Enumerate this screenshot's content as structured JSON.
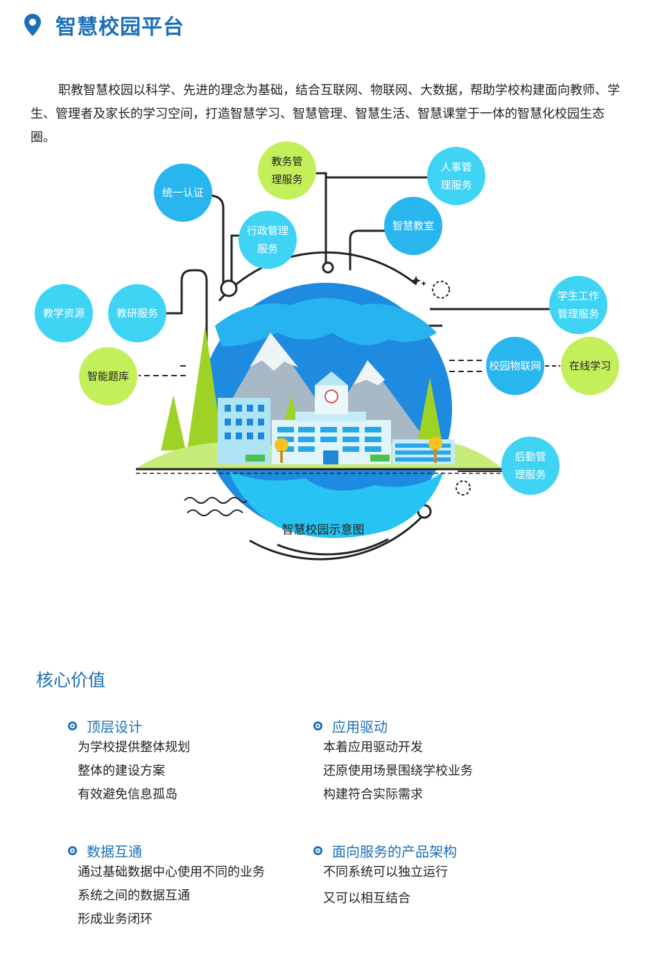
{
  "header": {
    "title": "智慧校园平台",
    "accent_color": "#1b6fb8",
    "icon": "map-pin-icon"
  },
  "intro": {
    "text": "职教智慧校园以科学、先进的理念为基础，结合互联网、物联网、大数据，帮助学校构建面向教师、学生、管理者及家长的学习空间，打造智慧学习、智慧管理、智慧生活、智慧课堂于一体的智慧化校园生态圈。"
  },
  "diagram": {
    "caption": "智慧校园示意图",
    "colors": {
      "blue": "#29b6ef",
      "cyan": "#3fd3f4",
      "green": "#c3f05a",
      "globe": "#1e8be0",
      "ocean": "#25c3f2"
    },
    "nodes": [
      {
        "id": "jiaoxue",
        "label": [
          "教学资源"
        ],
        "color": "cyan"
      },
      {
        "id": "jiaoyan",
        "label": [
          "教研服务"
        ],
        "color": "cyan"
      },
      {
        "id": "tiku",
        "label": [
          "智能题库"
        ],
        "color": "green"
      },
      {
        "id": "renzheng",
        "label": [
          "统一认证"
        ],
        "color": "blue"
      },
      {
        "id": "jiaowu",
        "label": [
          "教务管",
          "理服务"
        ],
        "color": "green"
      },
      {
        "id": "xingzheng",
        "label": [
          "行政管理",
          "服务"
        ],
        "color": "cyan"
      },
      {
        "id": "renshi",
        "label": [
          "人事管",
          "理服务"
        ],
        "color": "cyan"
      },
      {
        "id": "jiaoshi",
        "label": [
          "智慧教室"
        ],
        "color": "blue"
      },
      {
        "id": "xuesheng",
        "label": [
          "学生工作",
          "管理服务"
        ],
        "color": "cyan"
      },
      {
        "id": "wulian",
        "label": [
          "校园物联网"
        ],
        "color": "blue"
      },
      {
        "id": "zaixian",
        "label": [
          "在线学习"
        ],
        "color": "green"
      },
      {
        "id": "houqin",
        "label": [
          "后勤管",
          "理服务"
        ],
        "color": "cyan"
      }
    ]
  },
  "core_values": {
    "title": "核心价值",
    "items": [
      {
        "heading": "顶层设计",
        "lines": [
          "为学校提供整体规划",
          "整体的建设方案",
          "有效避免信息孤岛"
        ]
      },
      {
        "heading": "应用驱动",
        "lines": [
          "本着应用驱动开发",
          "还原使用场景围绕学校业务",
          "构建符合实际需求"
        ]
      },
      {
        "heading": "数据互通",
        "lines": [
          "通过基础数据中心使用不同的业务",
          "系统之间的数据互通",
          "形成业务闭环"
        ]
      },
      {
        "heading": "面向服务的产品架构",
        "lines": [
          "不同系统可以独立运行",
          "又可以相互结合"
        ]
      }
    ]
  }
}
